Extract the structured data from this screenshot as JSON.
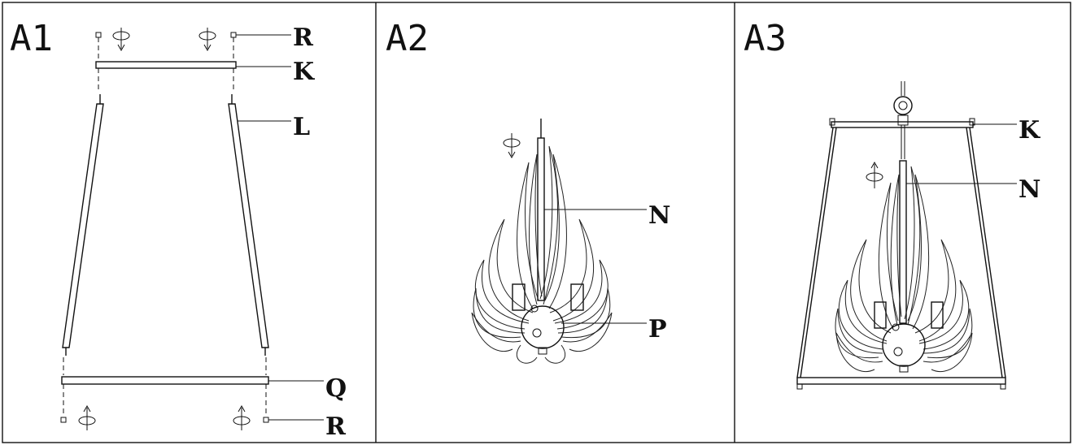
{
  "panels": [
    {
      "title": "A1",
      "callouts": {
        "r_top": "R",
        "k": "K",
        "l": "L",
        "q": "Q",
        "r_bottom": "R"
      }
    },
    {
      "title": "A2",
      "callouts": {
        "n": "N",
        "p": "P"
      }
    },
    {
      "title": "A3",
      "callouts": {
        "k": "K",
        "n": "N"
      }
    }
  ],
  "icons": {
    "rotate": "rotate-arrow-icon"
  },
  "colors": {
    "line": "#111111",
    "background": "#ffffff"
  }
}
